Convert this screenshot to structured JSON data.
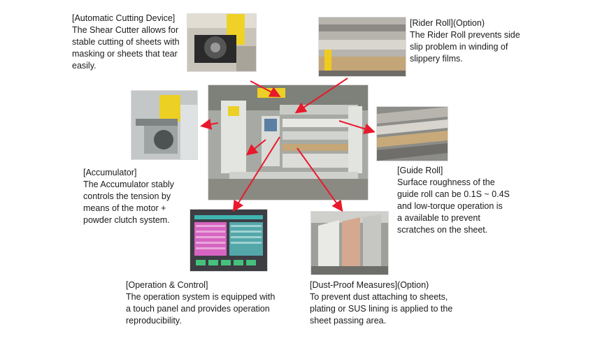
{
  "callouts": {
    "cutting": {
      "title": "[Automatic Cutting Device]",
      "lines": [
        "The Shear Cutter allows for",
        "stable cutting of sheets with",
        "masking or sheets that tear",
        "easily."
      ]
    },
    "rider": {
      "title": "[Rider Roll](Option)",
      "lines": [
        "The Rider Roll prevents side",
        "slip problem in winding of",
        "slippery films."
      ]
    },
    "accumulator": {
      "title": "[Accumulator]",
      "lines": [
        "The Accumulator stably",
        "controls the tension by",
        "means of the motor +",
        "powder clutch system."
      ]
    },
    "guide": {
      "title": "[Guide Roll]",
      "lines": [
        "Surface roughness of the",
        "guide roll can be 0.1S ~ 0.4S",
        "and low-torque operation is",
        "a available to prevent",
        "scratches on the sheet."
      ]
    },
    "operation": {
      "title": "[Operation & Control]",
      "lines": [
        "The operation system is equipped with",
        "a touch panel and provides operation",
        "reproducibility."
      ]
    },
    "dust": {
      "title": "[Dust-Proof Measures](Option)",
      "lines": [
        "To prevent dust attaching to sheets,",
        "plating or SUS lining is applied to the",
        "sheet passing area."
      ]
    }
  },
  "colors": {
    "arrow": "#e8192c",
    "machine_yellow": "#e8c51a",
    "machine_grey": "#bcc2c6"
  }
}
